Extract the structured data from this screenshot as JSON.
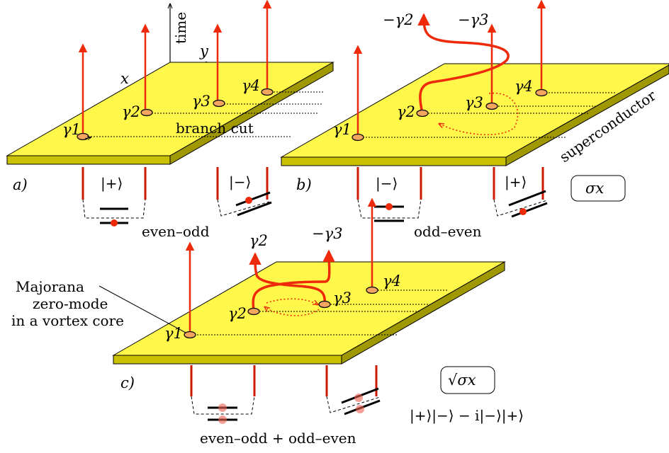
{
  "axes": {
    "time": "time",
    "x": "x",
    "y": "y"
  },
  "panels": {
    "a": {
      "label": "a)",
      "gammas": [
        "γ1",
        "γ2",
        "γ3",
        "γ4"
      ],
      "branch_cut": "branch cut",
      "left_ket": "|+⟩",
      "right_ket": "|−⟩",
      "parity": "even–odd"
    },
    "b": {
      "label": "b)",
      "gammas": [
        "γ1",
        "γ2",
        "γ3",
        "γ4"
      ],
      "top_minus_g2": "−γ2",
      "top_minus_g3": "−γ3",
      "left_ket": "|−⟩",
      "right_ket": "|+⟩",
      "parity": "odd–even",
      "operator": "σx",
      "material": "superconductor"
    },
    "c": {
      "label": "c)",
      "gammas": [
        "γ1",
        "γ2",
        "γ3",
        "γ4"
      ],
      "top_g2": "γ2",
      "top_minus_g3": "−γ3",
      "annotation_lines": [
        "Majorana",
        "zero-mode",
        "in a vortex core"
      ],
      "operator": "√σx",
      "state": "|+⟩|−⟩ − i|−⟩|+⟩",
      "parity": "even–odd + odd–even"
    }
  },
  "colors": {
    "plate": "#fff84a",
    "worldline": "#ee2a0a",
    "core": "#f4a560"
  }
}
